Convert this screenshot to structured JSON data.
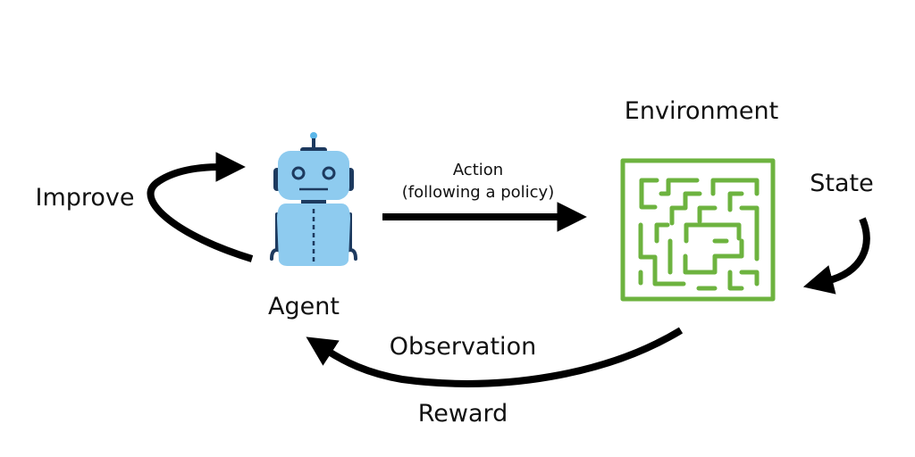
{
  "labels": {
    "environment": "Environment",
    "state": "State",
    "action": "Action",
    "action_sub": "(following a policy)",
    "improve": "Improve",
    "agent": "Agent",
    "observation": "Observation",
    "reward": "Reward"
  },
  "colors": {
    "maze": "#6db33f",
    "robot_body": "#8ecbef",
    "robot_dark": "#1d3a5f",
    "arrow": "#000000"
  },
  "icons": [
    "robot-icon",
    "maze-icon"
  ]
}
